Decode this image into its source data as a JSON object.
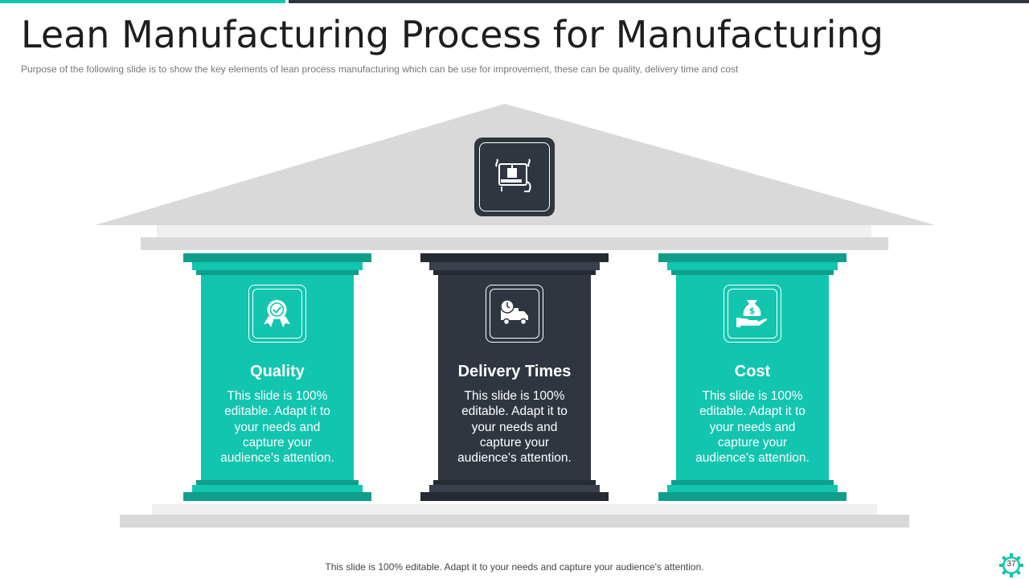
{
  "slide": {
    "title": "Lean Manufacturing Process for Manufacturing",
    "subtitle": "Purpose of the following slide is to show the key elements of lean process manufacturing  which can be use for improvement,  these can be quality, delivery time and cost",
    "footer": "This slide is 100% editable. Adapt it to your needs and capture your audience's attention.",
    "page_number": "37"
  },
  "roof": {
    "icon": "manufacturing-process-icon"
  },
  "pillars": [
    {
      "title": "Quality",
      "description": "This slide is 100% editable. Adapt it to your needs and capture your audience's attention.",
      "icon": "award-ribbon-icon"
    },
    {
      "title": "Delivery Times",
      "description": "This slide is 100% editable. Adapt it to your needs and capture your audience's attention.",
      "icon": "delivery-truck-clock-icon"
    },
    {
      "title": "Cost",
      "description": "This slide is 100% editable. Adapt it to your needs and capture your audience's attention.",
      "icon": "money-bag-hand-icon"
    }
  ],
  "colors": {
    "teal": "#12c5ae",
    "teal_dark": "#0f9e8a",
    "dark": "#2f3640",
    "gray_light": "#f0f0f0",
    "gray": "#d9d9d9"
  }
}
